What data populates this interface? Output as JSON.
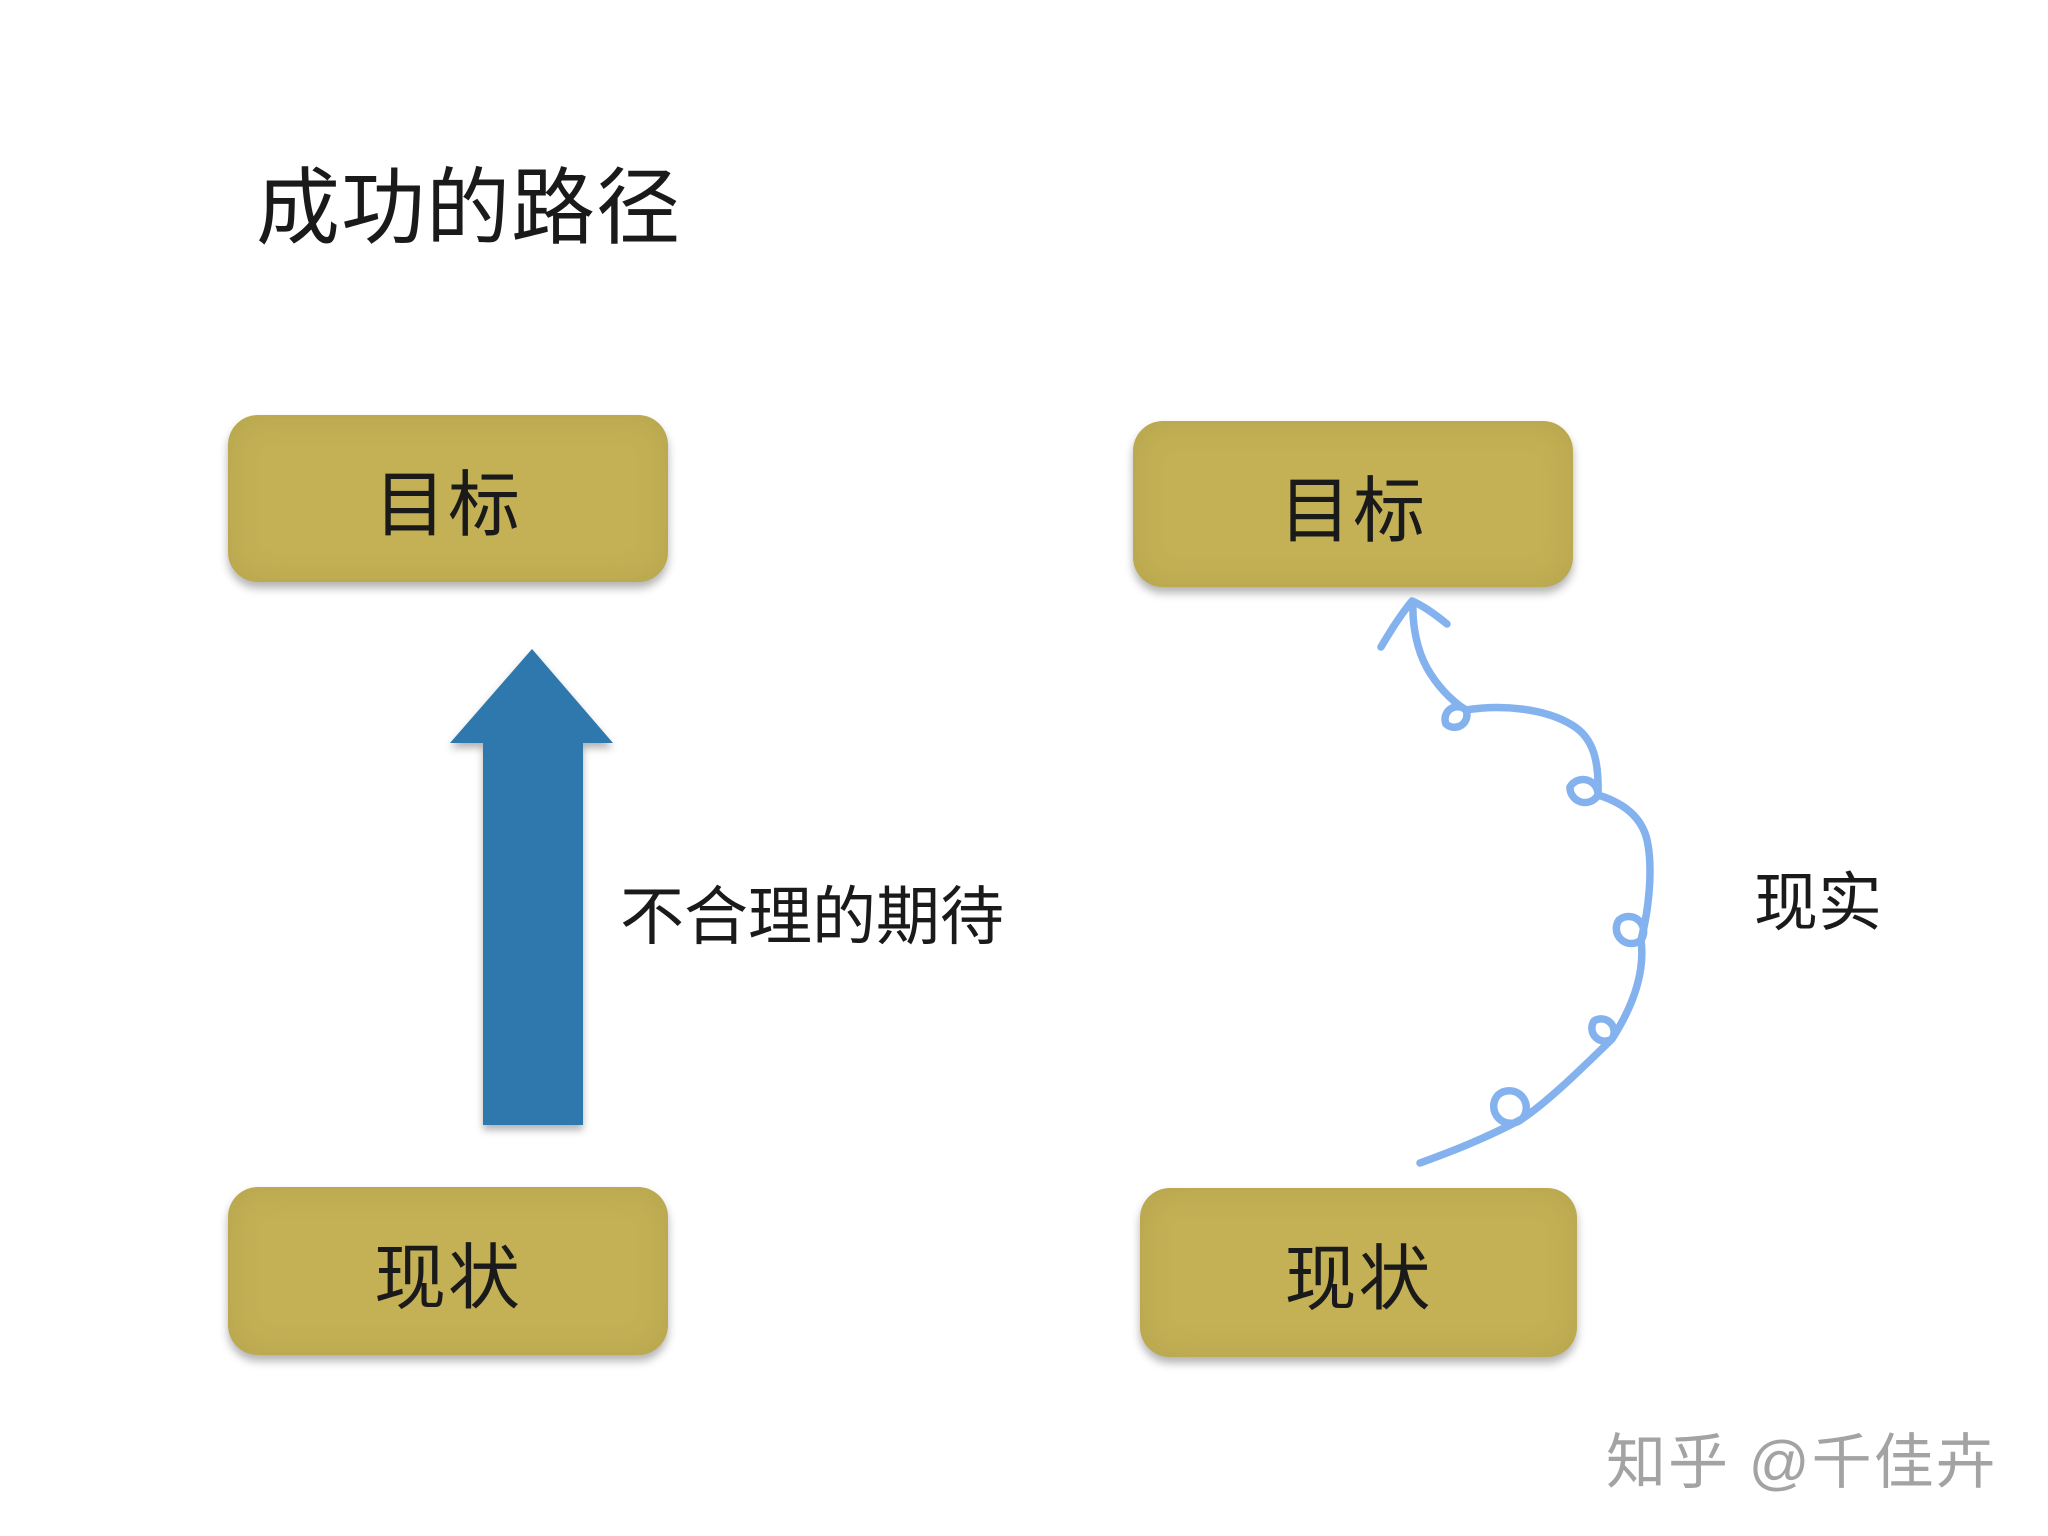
{
  "title": "成功的路径",
  "diagram": {
    "left": {
      "top_box": "目标",
      "bottom_box": "现状",
      "arrow_label": "不合理的期待",
      "arrow_style": "straight-solid-arrow"
    },
    "right": {
      "top_box": "目标",
      "bottom_box": "现状",
      "arrow_label": "现实",
      "arrow_style": "squiggly-looped-arrow"
    }
  },
  "watermark": {
    "text": "知乎 @千佳卉"
  },
  "colors": {
    "background": "#ffffff",
    "box_bg": "#c4b156",
    "box_text": "#1a1a1a",
    "straight_arrow": "#2e78ad",
    "squiggle": "#84b2ee",
    "label_text": "#1a1a1a",
    "watermark": "#a3a3a3"
  }
}
